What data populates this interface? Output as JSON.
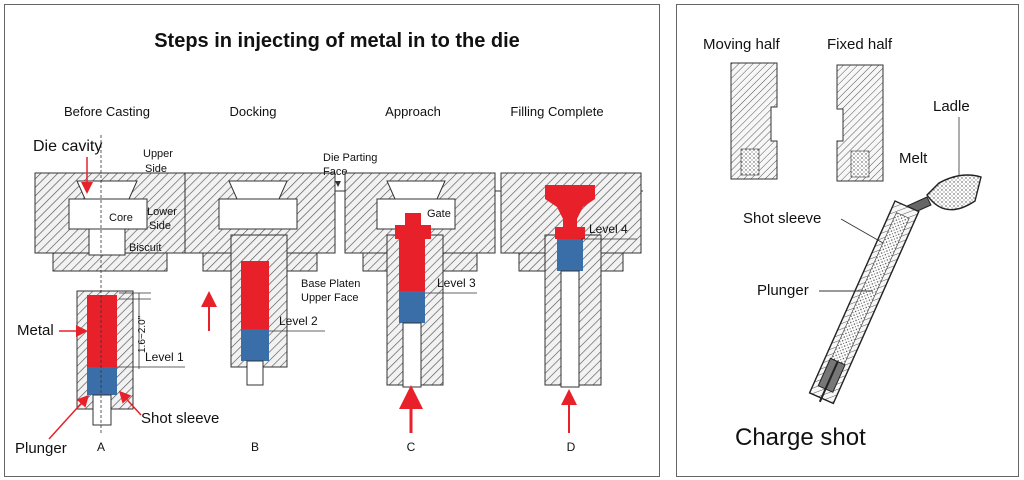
{
  "left": {
    "title": "Steps in injecting of metal in to the die",
    "stages": [
      {
        "heading": "Before Casting",
        "letter": "A"
      },
      {
        "heading": "Docking",
        "letter": "B"
      },
      {
        "heading": "Approach",
        "letter": "C"
      },
      {
        "heading": "Filling Complete",
        "letter": "D"
      }
    ],
    "labels": {
      "die_cavity": "Die cavity",
      "upper_side": [
        "Upper",
        "Side"
      ],
      "core": "Core",
      "lower_side": [
        "Lower",
        "Side"
      ],
      "biscuit": "Biscuit",
      "die_parting_face": [
        "Die Parting",
        "Face"
      ],
      "gate": "Gate",
      "base_platen_upper_face": [
        "Base Platen",
        "Upper Face"
      ],
      "metal": "Metal",
      "plunger": "Plunger",
      "shot_sleeve": "Shot sleeve",
      "dimension": "1.6~2.0\"",
      "level1": "Level 1",
      "level2": "Level 2",
      "level3": "Level 3",
      "level4": "Level 4"
    }
  },
  "right": {
    "moving_half": "Moving half",
    "fixed_half": "Fixed half",
    "ladle": "Ladle",
    "melt": "Melt",
    "shot_sleeve": "Shot sleeve",
    "plunger": "Plunger",
    "caption": "Charge shot"
  },
  "colors": {
    "metal": "#e8202a",
    "plunger": "#3a6ea8",
    "hatch": "#555555"
  }
}
